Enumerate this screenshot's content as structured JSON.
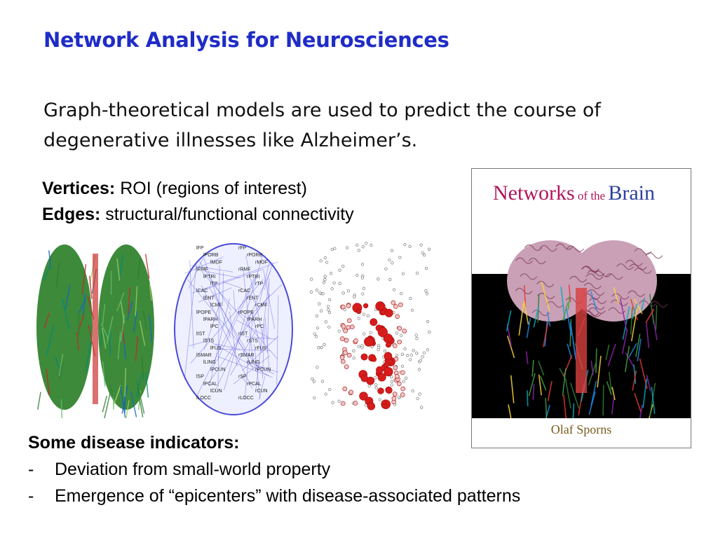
{
  "slide": {
    "title": "Network Analysis for Neurosciences",
    "subtitle": "Graph-theoretical models are used to predict the course of degenerative illnesses like Alzheimer’s.",
    "definitions": [
      {
        "term": "Vertices:",
        "desc": " ROI (regions of interest)"
      },
      {
        "term": "Edges:",
        "desc": " structural/functional connectivity"
      }
    ],
    "indicators_heading": "Some disease indicators:",
    "indicators": [
      {
        "dash": "-",
        "text": "Deviation from small-world property"
      },
      {
        "dash": "-",
        "text": "Emergence of “epicenters” with disease-associated patterns"
      }
    ]
  },
  "images": {
    "network_labels": [
      "lFP",
      "rFP",
      "lPORB",
      "rPORB",
      "lMOF",
      "rMOF",
      "lRMF",
      "rRMF",
      "lPTRI",
      "rPTRI",
      "lTP",
      "rTP",
      "lCAC",
      "rCAC",
      "lENT",
      "rENT",
      "lCMF",
      "rCMF",
      "lPOPE",
      "rPOPE",
      "lPARH",
      "rPARH",
      "lPC",
      "rPC",
      "lIST",
      "rIST",
      "lSTS",
      "rSTS",
      "lFUS",
      "rFUS",
      "lSMAR",
      "rSMAR",
      "lLING",
      "rLING",
      "lPCUN",
      "rPCUN",
      "lSP",
      "rSP",
      "lPCAL",
      "rPCAL",
      "lCUN",
      "rCUN",
      "lLOCC",
      "rLOCC"
    ],
    "book": {
      "title_part1": "Networks",
      "title_part2": " of the ",
      "title_part3": "Brain",
      "author": "Olaf Sporns"
    }
  },
  "colors": {
    "title": "#1f2cc7",
    "book_title_red": "#b0155a",
    "book_title_blue": "#2c3e9e",
    "nodes_red": "#d81b1b"
  }
}
